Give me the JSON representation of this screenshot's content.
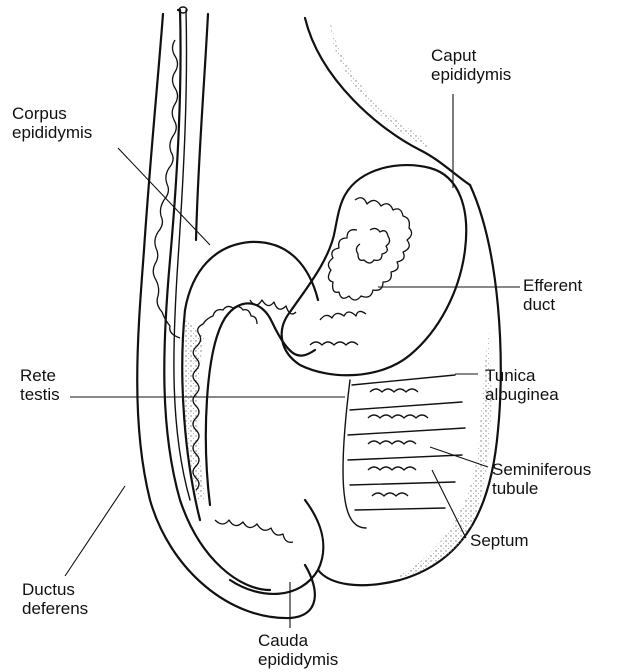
{
  "labels": {
    "caput": [
      "Caput",
      "epididymis"
    ],
    "corpus": [
      "Corpus",
      "epididymis"
    ],
    "efferent": [
      "Efferent",
      "duct"
    ],
    "rete": [
      "Rete",
      "testis"
    ],
    "tunica": [
      "Tunica",
      "albuginea"
    ],
    "seminiferous": [
      "Seminiferous",
      "tubule"
    ],
    "septum": "Septum",
    "ductus": [
      "Ductus",
      "deferens"
    ],
    "cauda": [
      "Cauda",
      "epididymis"
    ]
  },
  "colors": {
    "ink": "#111111",
    "stipple": "#777777",
    "background": "#ffffff"
  }
}
